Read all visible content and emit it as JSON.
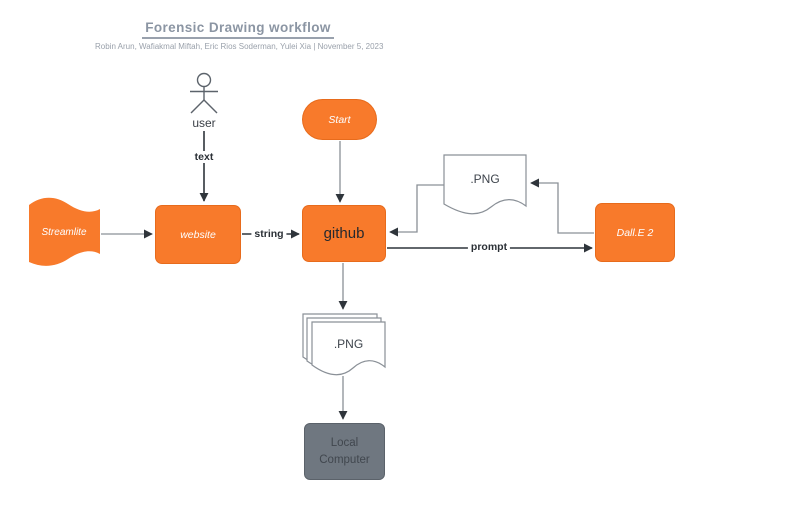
{
  "header": {
    "title": "Forensic Drawing workflow",
    "subtitle": "Robin Arun, Wafiakmal Miftah, Eric Rios Soderman, Yulei Xia  |  November 5, 2023"
  },
  "nodes": {
    "user": {
      "label": "user",
      "shape": "actor"
    },
    "start": {
      "label": "Start",
      "shape": "terminator",
      "fill": "#f87a2b"
    },
    "streamlite": {
      "label": "Streamlite",
      "shape": "wave",
      "fill": "#f87a2b"
    },
    "website": {
      "label": "website",
      "shape": "rounded-rect",
      "fill": "#f87a2b"
    },
    "github": {
      "label": "github",
      "shape": "rounded-rect",
      "fill": "#f87a2b"
    },
    "dalle": {
      "label": "Dall.E 2",
      "shape": "rounded-rect",
      "fill": "#f87a2b"
    },
    "png_output": {
      "label": ".PNG",
      "shape": "document",
      "fill": "#ffffff"
    },
    "png_batch": {
      "label": ".PNG",
      "shape": "multi-document",
      "fill": "#ffffff"
    },
    "local_computer": {
      "label": "Local Computer",
      "shape": "rounded-rect",
      "fill": "#6f7780"
    }
  },
  "edges": {
    "user_to_website": {
      "label": "text"
    },
    "website_to_github": {
      "label": "string"
    },
    "github_to_dalle": {
      "label": "prompt"
    },
    "start_to_github": {
      "label": ""
    },
    "streamlite_to_website": {
      "label": ""
    },
    "dalle_to_png": {
      "label": ""
    },
    "png_to_github": {
      "label": ""
    },
    "github_to_batch": {
      "label": ""
    },
    "batch_to_local": {
      "label": ""
    }
  },
  "colors": {
    "accent_orange": "#f87a2b",
    "node_gray": "#6f7780",
    "line_gray": "#8a9096",
    "line_dark": "#2f353b",
    "title_gray": "#8b95a3",
    "document_border": "#8a9097"
  }
}
